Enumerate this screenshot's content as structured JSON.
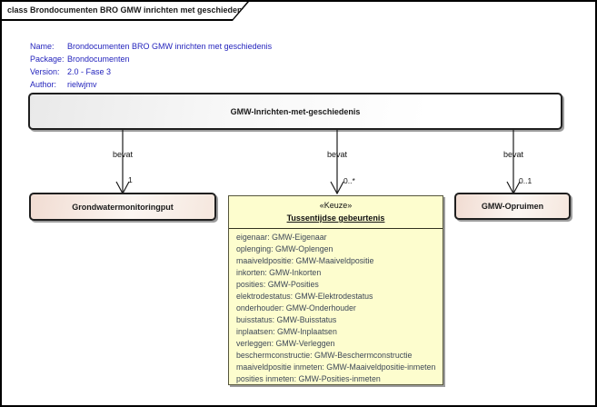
{
  "frame": {
    "title": "class Brondocumenten BRO GMW inrichten met geschiedenis"
  },
  "metadata": {
    "rows": [
      {
        "label": "Name:",
        "value": "Brondocumenten BRO GMW inrichten met geschiedenis"
      },
      {
        "label": "Package:",
        "value": "Brondocumenten"
      },
      {
        "label": "Version:",
        "value": "2.0 - Fase 3"
      },
      {
        "label": "Author:",
        "value": "rielwjmv"
      }
    ]
  },
  "diagram": {
    "root": {
      "name": "GMW-Inrichten-met-geschiedenis"
    },
    "relationships": [
      {
        "label": "bevat",
        "multiplicity": "1",
        "target": "Grondwatermonitoringput"
      },
      {
        "label": "bevat",
        "multiplicity": "0..*",
        "target": "Tussentijdse gebeurtenis"
      },
      {
        "label": "bevat",
        "multiplicity": "0..1",
        "target": "GMW-Opruimen"
      }
    ],
    "classes": [
      {
        "name": "Grondwatermonitoringput"
      },
      {
        "stereotype": "«Keuze»",
        "name": "Tussentijdse gebeurtenis",
        "attributes": [
          "eigenaar: GMW-Eigenaar",
          "oplenging: GMW-Oplengen",
          "maaiveldpositie: GMW-Maaiveldpositie",
          "inkorten: GMW-Inkorten",
          "posities: GMW-Posities",
          "elektrodestatus: GMW-Elektrodestatus",
          "onderhouder: GMW-Onderhouder",
          "buisstatus: GMW-Buisstatus",
          "inplaatsen: GMW-Inplaatsen",
          "verleggen: GMW-Verleggen",
          "beschermconstructie: GMW-Beschermconstructie",
          "maaiveldpositie inmeten: GMW-Maaiveldpositie-inmeten",
          "posities inmeten: GMW-Posities-inmeten"
        ]
      },
      {
        "name": "GMW-Opruimen"
      }
    ]
  },
  "colors": {
    "frame_border": "#000000",
    "metadata_text": "#2525bd",
    "root_fill_start": "#e9e9e9",
    "root_fill_end": "#ffffff",
    "class_fill_start": "#f1dcd2",
    "class_fill_end": "#f5e7de",
    "choice_fill": "#fdfdce",
    "choice_border": "#56563c",
    "attribute_text": "#3e4857"
  }
}
